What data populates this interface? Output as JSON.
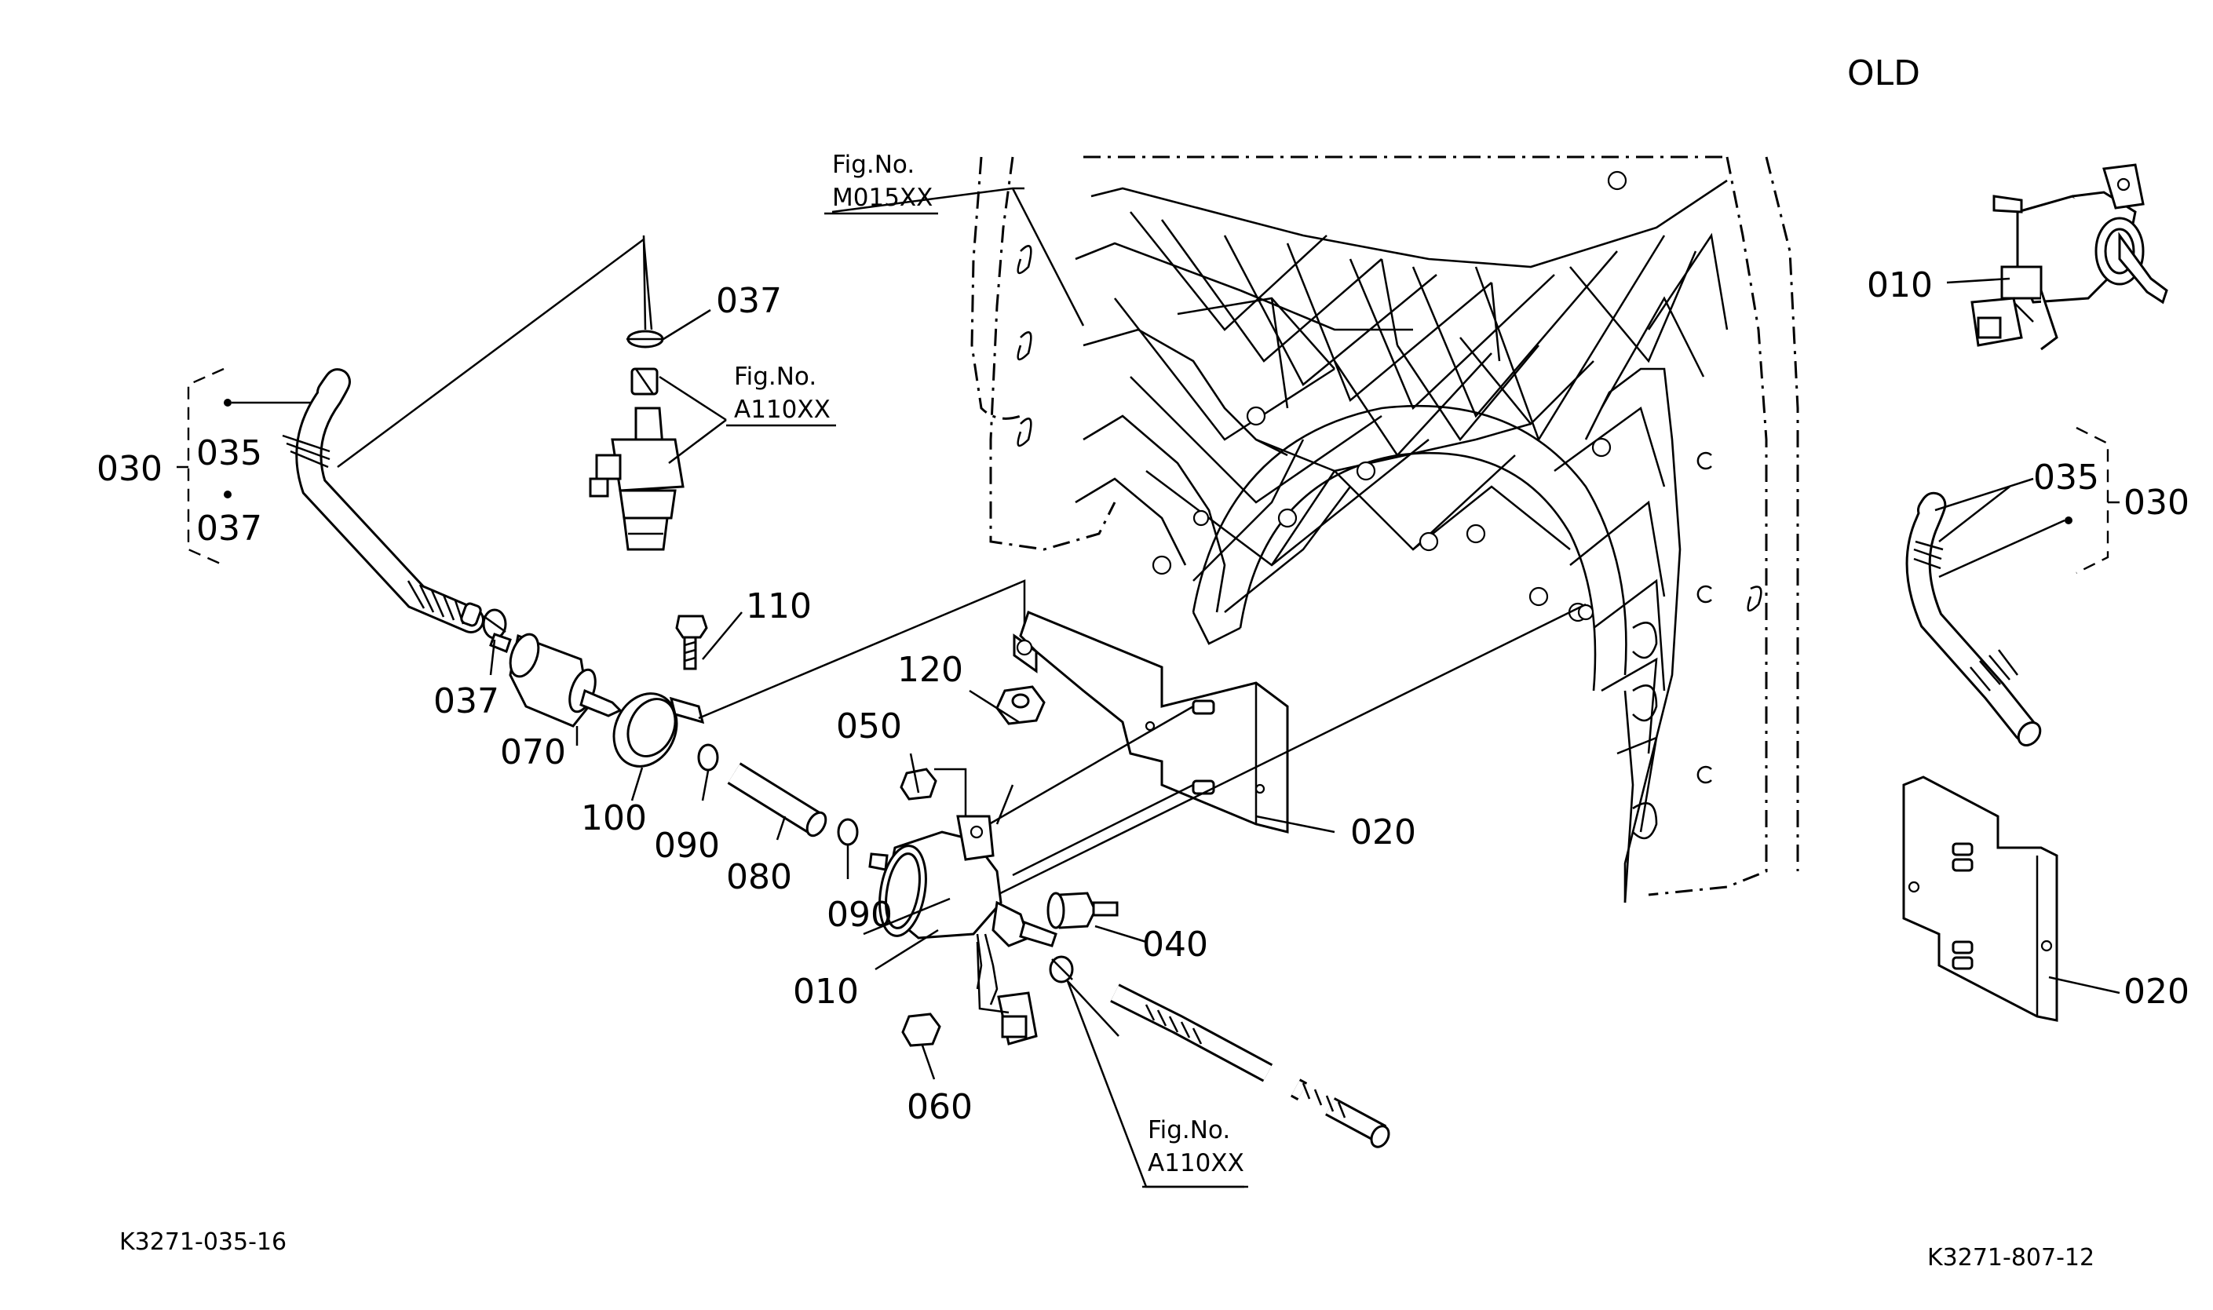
{
  "header": {
    "variant_label": "OLD"
  },
  "drawing_codes": {
    "left": "K3271-035-16",
    "right": "K3271-807-12"
  },
  "fig_refs": {
    "m015": {
      "line1": "Fig.No.",
      "line2": "M015XX"
    },
    "a110_top": {
      "line1": "Fig.No.",
      "line2": "A110XX"
    },
    "a110_bottom": {
      "line1": "Fig.No.",
      "line2": "A110XX"
    }
  },
  "callouts": {
    "c030_left": "030",
    "c035_left": "035",
    "c037_left": "037",
    "c037_top": "037",
    "c037_mid": "037",
    "c070": "070",
    "c100": "100",
    "c110": "110",
    "c120": "120",
    "c050": "050",
    "c090_a": "090",
    "c080": "080",
    "c090_b": "090",
    "c020_main": "020",
    "c040": "040",
    "c010_main": "010",
    "c060": "060",
    "c010_old": "010",
    "c035_old": "035",
    "c030_old": "030",
    "c020_old": "020"
  }
}
